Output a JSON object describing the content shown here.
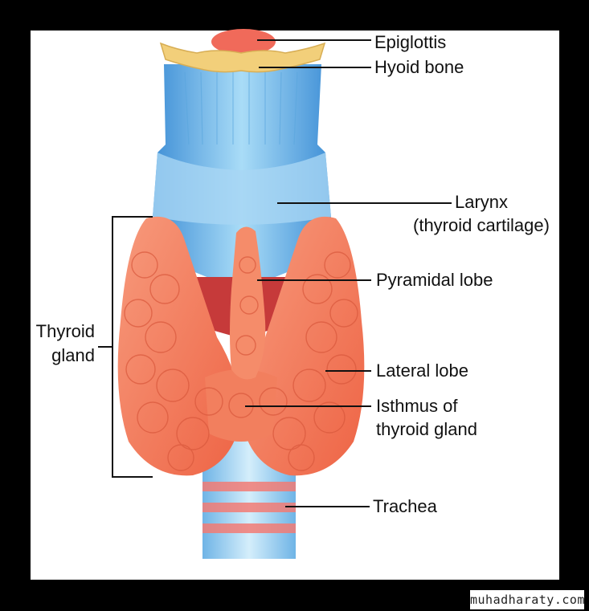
{
  "labels": {
    "epiglottis": "Epiglottis",
    "hyoid_bone": "Hyoid bone",
    "larynx": "Larynx",
    "larynx_sub": "(thyroid cartilage)",
    "pyramidal_lobe": "Pyramidal lobe",
    "lateral_lobe": "Lateral lobe",
    "isthmus_1": "Isthmus of",
    "isthmus_2": "thyroid gland",
    "trachea": "Trachea",
    "thyroid_1": "Thyroid",
    "thyroid_2": "gland"
  },
  "watermark": "muhadharaty.com",
  "colors": {
    "gland": "#f47a58",
    "gland_dark": "#e05a3c",
    "cartilage": "#8ecbef",
    "cartilage_dark": "#4f9fdc",
    "hyoid": "#f2cf7a",
    "epiglottis": "#f06a5a",
    "muscle": "#c63a3a"
  }
}
